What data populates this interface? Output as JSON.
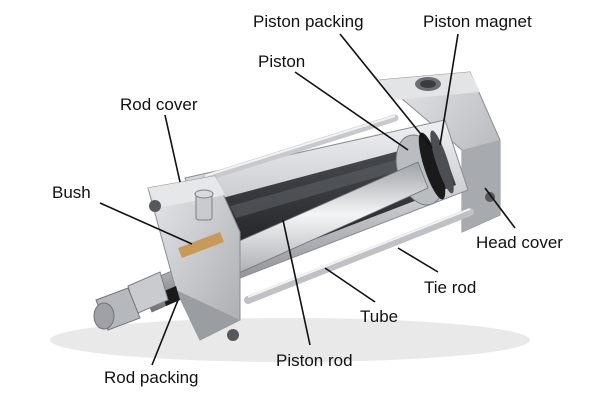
{
  "labels": {
    "piston_packing": "Piston packing",
    "piston_magnet": "Piston magnet",
    "piston": "Piston",
    "rod_cover": "Rod cover",
    "bush": "Bush",
    "head_cover": "Head cover",
    "tie_rod": "Tie rod",
    "tube": "Tube",
    "piston_rod": "Piston rod",
    "rod_packing": "Rod packing"
  },
  "colors": {
    "metal_light": "#d9dadc",
    "metal_mid": "#b7b9bc",
    "metal_dark": "#7d8085",
    "cavity": "#2b2d31",
    "brass": "#c89a5a",
    "seal_black": "#1a1a1a",
    "label_text": "#111111"
  }
}
